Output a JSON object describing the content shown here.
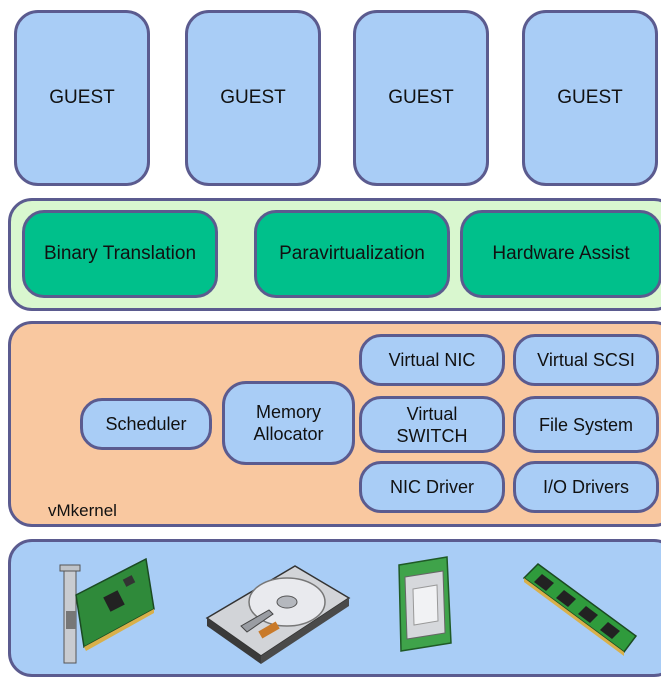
{
  "guests": [
    "GUEST",
    "GUEST",
    "GUEST",
    "GUEST"
  ],
  "virtualization": {
    "techniques": [
      "Binary Translation",
      "Paravirtualization",
      "Hardware Assist"
    ]
  },
  "vmkernel": {
    "label": "vMkernel",
    "scheduler": "Scheduler",
    "memory_allocator": "Memory\nAllocator",
    "virtual_nic": "Virtual NIC",
    "virtual_switch": "Virtual\nSWITCH",
    "nic_driver": "NIC Driver",
    "virtual_scsi": "Virtual SCSI",
    "file_system": "File System",
    "io_drivers": "I/O Drivers"
  },
  "hardware": {
    "icons": [
      "network-card-icon",
      "hard-disk-icon",
      "cpu-icon",
      "memory-module-icon"
    ]
  },
  "colors": {
    "guest": "#a9cdf6",
    "virtualization_layer": "#d9f7cf",
    "technique": "#00c08b",
    "vmkernel_layer": "#f9c8a0",
    "hardware_layer": "#a9cdf6",
    "border": "#5b5b8f"
  }
}
